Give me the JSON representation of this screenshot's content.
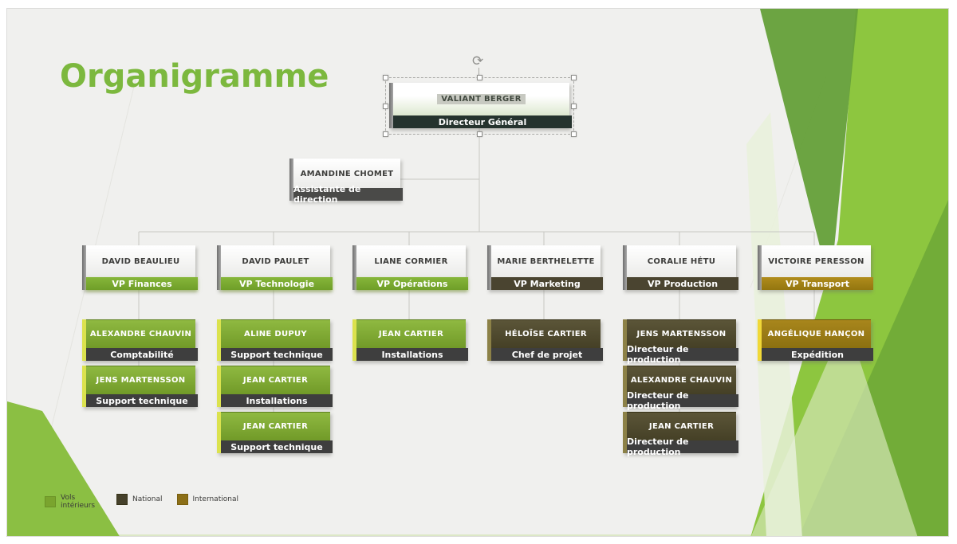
{
  "slide": {
    "title": "Organigramme"
  },
  "org": {
    "ceo": {
      "name": "VALIANT BERGER",
      "role": "Directeur Général"
    },
    "assistant": {
      "name": "AMANDINE CHOMET",
      "role": "Assistante de direction"
    },
    "vps": [
      {
        "name": "DAVID BEAULIEU",
        "role": "VP Finances",
        "category": "vols-interieurs",
        "reports": [
          {
            "name": "ALEXANDRE CHAUVIN",
            "role": "Comptabilité",
            "category": "vols-interieurs"
          },
          {
            "name": "JENS MARTENSSON",
            "role": "Support technique",
            "category": "vols-interieurs"
          }
        ]
      },
      {
        "name": "DAVID PAULET",
        "role": "VP Technologie",
        "category": "vols-interieurs",
        "reports": [
          {
            "name": "ALINE DUPUY",
            "role": "Support technique",
            "category": "vols-interieurs"
          },
          {
            "name": "JEAN CARTIER",
            "role": "Installations",
            "category": "vols-interieurs"
          },
          {
            "name": "JEAN CARTIER",
            "role": "Support technique",
            "category": "vols-interieurs"
          }
        ]
      },
      {
        "name": "LIANE CORMIER",
        "role": "VP Opérations",
        "category": "vols-interieurs",
        "reports": [
          {
            "name": "JEAN CARTIER",
            "role": "Installations",
            "category": "vols-interieurs"
          }
        ]
      },
      {
        "name": "MARIE BERTHELETTE",
        "role": "VP Marketing",
        "category": "national",
        "reports": [
          {
            "name": "HÉLOÏSE CARTIER",
            "role": "Chef de projet",
            "category": "national"
          }
        ]
      },
      {
        "name": "CORALIE HÉTU",
        "role": "VP Production",
        "category": "national",
        "reports": [
          {
            "name": "JENS MARTENSSON",
            "role": "Directeur de production",
            "category": "national"
          },
          {
            "name": "ALEXANDRE CHAUVIN",
            "role": "Directeur de production",
            "category": "national"
          },
          {
            "name": "JEAN CARTIER",
            "role": "Directeur de production",
            "category": "national"
          }
        ]
      },
      {
        "name": "VICTOIRE PERESSON",
        "role": "VP Transport",
        "category": "international",
        "reports": [
          {
            "name": "ANGÉLIQUE HANÇON",
            "role": "Expédition",
            "category": "international"
          }
        ]
      }
    ]
  },
  "legend": {
    "items": [
      {
        "label": "Vols intérieurs",
        "color": "#7aa42e"
      },
      {
        "label": "National",
        "color": "#45402a"
      },
      {
        "label": "International",
        "color": "#8c6f17"
      }
    ]
  },
  "colors": {
    "title_green": "#7cb83e",
    "green_accent": "#7aa42e",
    "olive_accent": "#45402a",
    "gold_accent": "#8c6f17",
    "dark_role_bar": "#3e3e3e",
    "ceo_role_bar": "#25332e",
    "background": "#f0f0ee"
  }
}
